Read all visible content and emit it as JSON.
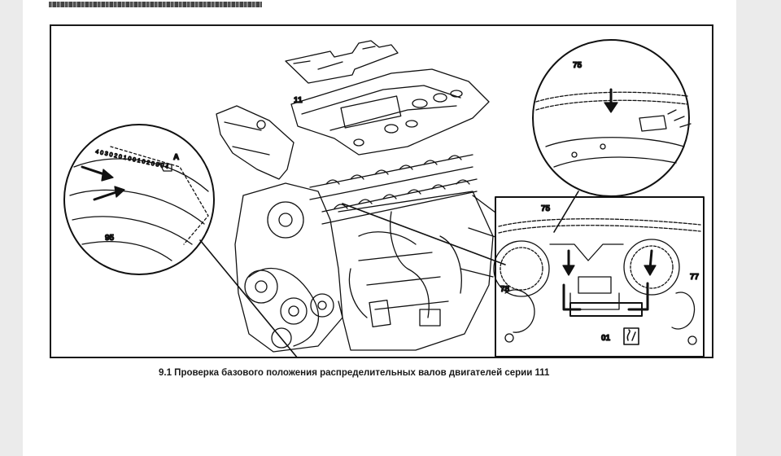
{
  "figure": {
    "caption": "9.1 Проверка базового положения распределительных валов двигателей серии 111",
    "labels": {
      "top_detail": "75",
      "cover": "11",
      "left_detail_pointer": "A",
      "left_detail_part": "95",
      "inset_top": "75",
      "inset_left": "78",
      "inset_right": "77",
      "inset_tool": "01",
      "scale_digits": "4 0 3 0 2 0 1 0 0 1 0 2 0 3 0 4"
    }
  },
  "colors": {
    "ink": "#111111",
    "paper": "#ffffff",
    "background": "#ebebeb"
  },
  "icons": [
    "arrow-icon",
    "tool-symbol-icon"
  ]
}
